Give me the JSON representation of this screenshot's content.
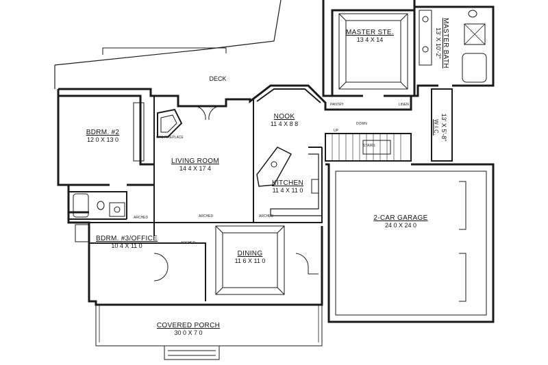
{
  "rooms": {
    "master_ste": {
      "name": "MASTER STE.",
      "dim": "13 4 X 14"
    },
    "master_bath": {
      "name": "MASTER BATH",
      "dim": "13' X 10'-2\""
    },
    "wic": {
      "name": "W.I.C.",
      "dim": "13' X 5'-8\""
    },
    "deck": {
      "name": "DECK"
    },
    "bdrm2": {
      "name": "BDRM. #2",
      "dim": "12 0 X 13 0"
    },
    "nook": {
      "name": "NOOK",
      "dim": "11 4 X 8 8"
    },
    "living": {
      "name": "LIVING ROOM",
      "dim": "14 4 X 17 4"
    },
    "kitchen": {
      "name": "KITCHEN",
      "dim": "11 4 X 11 0"
    },
    "garage": {
      "name": "2-CAR GARAGE",
      "dim": "24 0 X 24 0"
    },
    "bdrm3": {
      "name": "BDRM. #3/OFFICE",
      "dim": "10 4 X 11 0"
    },
    "dining": {
      "name": "DINING",
      "dim": "11 6 X 11 0"
    },
    "porch": {
      "name": "COVERED PORCH",
      "dim": "30 0 X 7 0"
    }
  },
  "notes": {
    "gas_fireplace": "GAS FIREPLACE",
    "pantry": "PANTRY",
    "linen": "LINEN",
    "down": "DOWN",
    "up": "UP",
    "stairs": "STAIRS",
    "arched_1": "ARCHED",
    "arched_2": "ARCHED",
    "arched_3": "ARCHED",
    "arched_4": "ARCHED"
  },
  "colors": {
    "wall": "#1a1a1a",
    "line": "#333333",
    "background": "#ffffff"
  }
}
